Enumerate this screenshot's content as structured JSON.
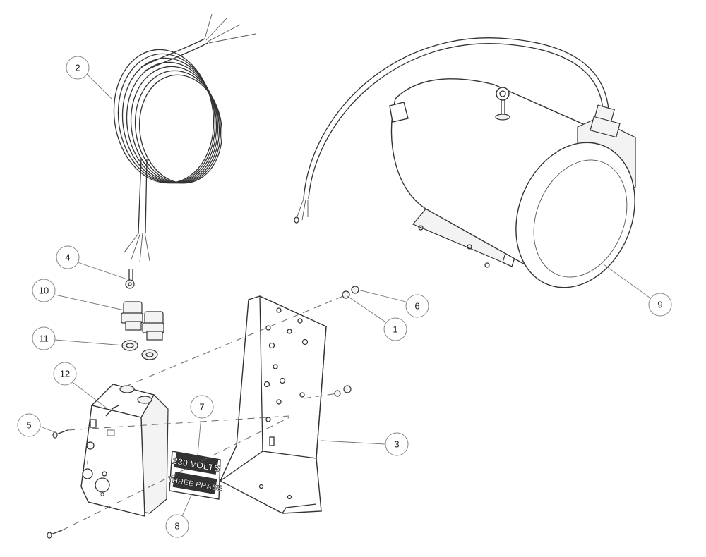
{
  "callouts": [
    "1",
    "2",
    "3",
    "4",
    "5",
    "6",
    "7",
    "8",
    "9",
    "10",
    "11",
    "12"
  ],
  "decal": {
    "line1": "230 VOLTS",
    "line2": "THREE PHASE"
  },
  "switch_marks": {
    "on": "I",
    "off": "O"
  }
}
